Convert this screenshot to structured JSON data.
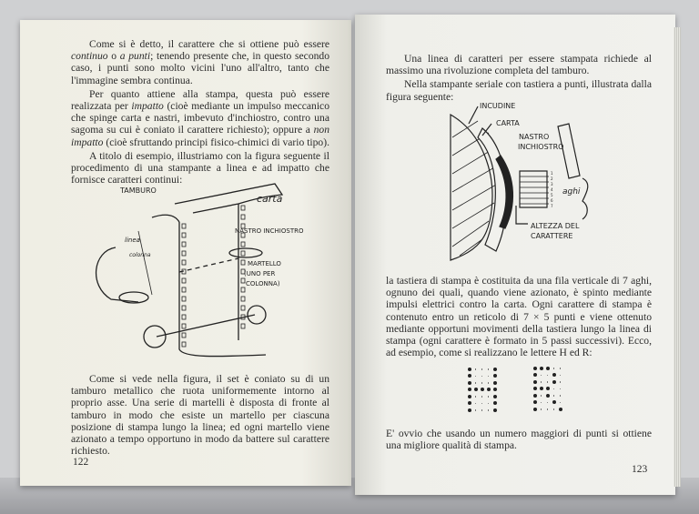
{
  "left_page": {
    "paragraphs": [
      {
        "parts": [
          {
            "t": "Come si è detto, il carattere che si ottiene può essere "
          },
          {
            "t": "continuo",
            "i": true
          },
          {
            "t": " o "
          },
          {
            "t": "a punti",
            "i": true
          },
          {
            "t": "; tenendo presente che, in questo secondo caso, i punti sono molto vicini l'uno all'altro, tanto che l'immagine sembra continua."
          }
        ]
      },
      {
        "parts": [
          {
            "t": "Per quanto attiene alla stampa, questa può essere realizzata per "
          },
          {
            "t": "impatto",
            "i": true
          },
          {
            "t": " (cioè mediante un impulso meccanico che spinge carta e nastri, imbevuto d'inchiostro, contro una sagoma su cui è coniato il carattere richiesto); oppure a "
          },
          {
            "t": "non impatto",
            "i": true
          },
          {
            "t": " (cioè sfruttando principi fisico-chimici di vario tipo)."
          }
        ]
      },
      {
        "parts": [
          {
            "t": "A titolo di esempio, illustriamo con la figura seguente il procedimento di una stampante a linea e ad impatto che fornisce caratteri continui:"
          }
        ]
      }
    ],
    "figure_labels": {
      "tamburo": "TAMBURO",
      "carta": "carta",
      "linea": "linea",
      "colonna": "colonna",
      "nastro": "NASTRO INCHIOSTRO",
      "martello_1": "MARTELLO",
      "martello_2": "(UNO PER",
      "martello_3": "COLONNA)"
    },
    "bottom_paragraph": "Come si vede nella figura, il set è coniato su di un tamburo metallico che ruota uniformemente intorno al proprio asse. Una serie di martelli è disposta di fronte al tamburo in modo che esiste un martello per ciascuna posizione di stampa lungo la linea; ed ogni martello viene azionato a tempo opportuno in modo da battere sul carattere richiesto.",
    "page_number": "122"
  },
  "right_page": {
    "paragraphs": [
      "Una linea di caratteri per essere stampata richiede al massimo una rivoluzione completa del tamburo.",
      "Nella stampante seriale con tastiera a punti, illustrata dalla figura seguente:"
    ],
    "figure_labels": {
      "incudine": "INCUDINE",
      "carta": "CARTA",
      "nastro_1": "NASTRO",
      "nastro_2": "INCHIOSTRO",
      "aghi": "aghi",
      "altezza_1": "ALTEZZA DEL",
      "altezza_2": "CARATTERE",
      "needle_numbers": [
        "1",
        "2",
        "3",
        "4",
        "5",
        "6",
        "7"
      ]
    },
    "middle_paragraph": "la tastiera di stampa è costituita da una fila verticale di 7 aghi, ognuno dei quali, quando viene azionato, è spinto mediante impulsi elettrici contro la carta. Ogni carattere di stampa è contenuto entro un reticolo di 7 × 5 punti e viene ottenuto mediante opportuni movimenti della tastiera lungo la linea di stampa (ogni carattere è formato in 5 passi successivi). Ecco, ad esempio, come si realizzano le lettere H ed R:",
    "dot_matrix": {
      "H": [
        [
          1,
          0,
          0,
          0,
          1
        ],
        [
          1,
          0,
          0,
          0,
          1
        ],
        [
          1,
          0,
          0,
          0,
          1
        ],
        [
          1,
          1,
          1,
          1,
          1
        ],
        [
          1,
          0,
          0,
          0,
          1
        ],
        [
          1,
          0,
          0,
          0,
          1
        ],
        [
          1,
          0,
          0,
          0,
          1
        ]
      ],
      "R": [
        [
          1,
          1,
          1,
          0,
          0
        ],
        [
          1,
          0,
          0,
          1,
          0
        ],
        [
          1,
          0,
          0,
          1,
          0
        ],
        [
          1,
          1,
          1,
          0,
          0
        ],
        [
          1,
          0,
          1,
          0,
          0
        ],
        [
          1,
          0,
          0,
          1,
          0
        ],
        [
          1,
          0,
          0,
          0,
          1
        ]
      ]
    },
    "bottom_paragraph": "E' ovvio che usando un numero maggiori di punti si ottiene una migliore qualità di stampa.",
    "page_number": "123"
  }
}
